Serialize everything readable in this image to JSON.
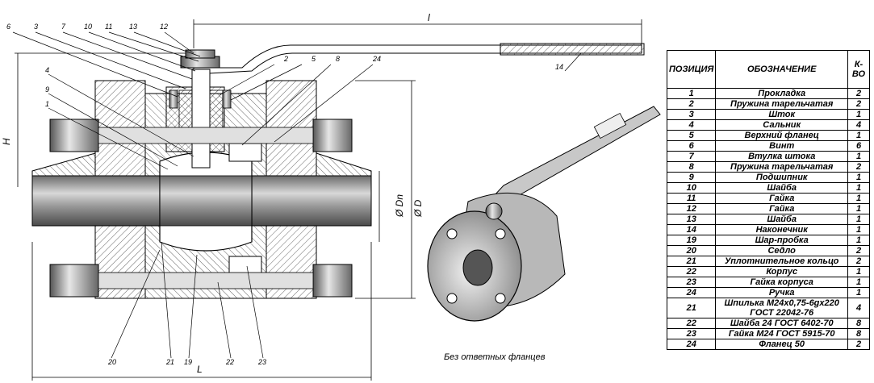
{
  "drawing": {
    "callouts": [
      "6",
      "3",
      "7",
      "10",
      "11",
      "13",
      "12",
      "2",
      "5",
      "8",
      "24",
      "4",
      "9",
      "1",
      "14",
      "20",
      "21",
      "19",
      "22",
      "23"
    ],
    "dimensions": {
      "length_top": "l",
      "height": "H",
      "length_bottom": "L",
      "dn": "Ø Dn",
      "d": "Ø D"
    },
    "caption": "Без ответных фланцев"
  },
  "table": {
    "headers": {
      "position": "ПОЗИЦИЯ",
      "designation": "ОБОЗНАЧЕНИЕ",
      "quantity": "К-ВО"
    },
    "rows": [
      {
        "pos": "1",
        "name": "Прокладка",
        "qty": "2"
      },
      {
        "pos": "2",
        "name": "Пружина тарельчатая",
        "qty": "2"
      },
      {
        "pos": "3",
        "name": "Шток",
        "qty": "1"
      },
      {
        "pos": "4",
        "name": "Сальник",
        "qty": "4"
      },
      {
        "pos": "5",
        "name": "Верхний фланец",
        "qty": "1"
      },
      {
        "pos": "6",
        "name": "Винт",
        "qty": "6"
      },
      {
        "pos": "7",
        "name": "Втулка штока",
        "qty": "1"
      },
      {
        "pos": "8",
        "name": "Пружина тарельчатая",
        "qty": "2"
      },
      {
        "pos": "9",
        "name": "Подшипник",
        "qty": "1"
      },
      {
        "pos": "10",
        "name": "Шайба",
        "qty": "1"
      },
      {
        "pos": "11",
        "name": "Гайка",
        "qty": "1"
      },
      {
        "pos": "12",
        "name": "Гайка",
        "qty": "1"
      },
      {
        "pos": "13",
        "name": "Шайба",
        "qty": "1"
      },
      {
        "pos": "14",
        "name": "Наконечник",
        "qty": "1"
      },
      {
        "pos": "19",
        "name": "Шар-пробка",
        "qty": "1"
      },
      {
        "pos": "20",
        "name": "Седло",
        "qty": "2"
      },
      {
        "pos": "21",
        "name": "Уплотнительное кольцо",
        "qty": "2"
      },
      {
        "pos": "22",
        "name": "Корпус",
        "qty": "1"
      },
      {
        "pos": "23",
        "name": "Гайка корпуса",
        "qty": "1"
      },
      {
        "pos": "24",
        "name": "Ручка",
        "qty": "1"
      },
      {
        "pos": "21",
        "name": "Шпилька М24х0,75-6gх220 ГОСТ 22042-76",
        "qty": "4"
      },
      {
        "pos": "22",
        "name": "Шайба 24 ГОСТ 6402-70",
        "qty": "8"
      },
      {
        "pos": "23",
        "name": "Гайка М24 ГОСТ 5915-70",
        "qty": "8"
      },
      {
        "pos": "24",
        "name": "Фланец 50",
        "qty": "2"
      }
    ]
  }
}
